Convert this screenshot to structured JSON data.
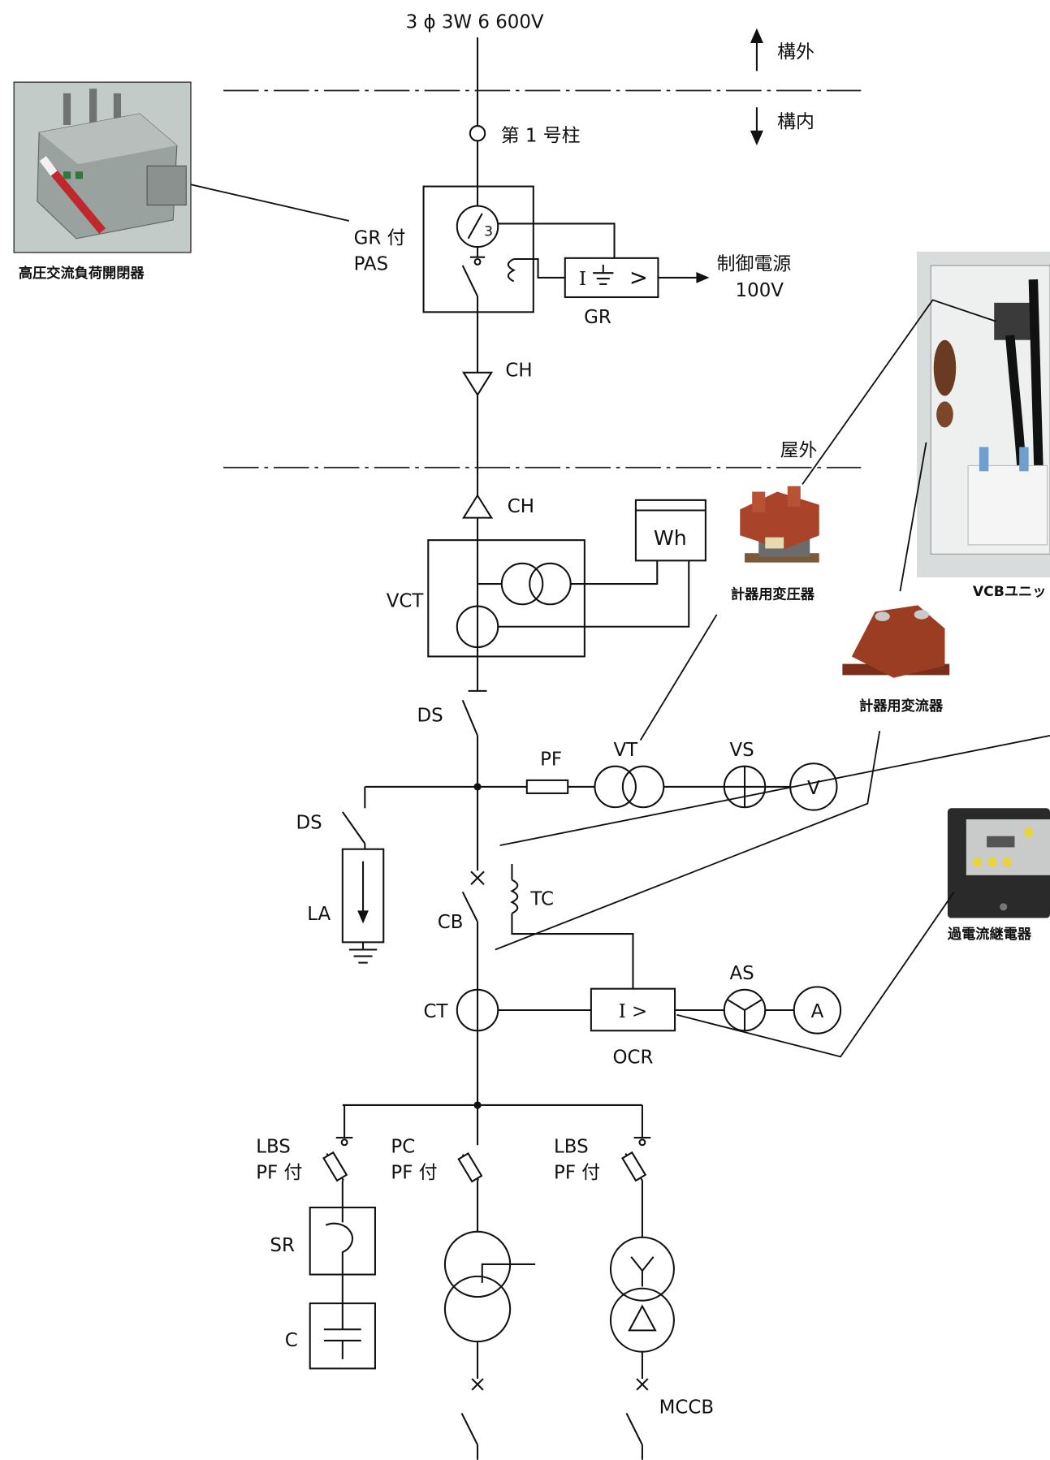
{
  "diagram": {
    "supply_label": "3 ϕ 3W 6 600V",
    "outside_premises": "構外",
    "inside_premises": "構内",
    "outdoor": "屋外",
    "first_pole": "第 1 号柱"
  },
  "pas": {
    "label_line1": "GR 付",
    "label_line2": "PAS",
    "zct_number": "3"
  },
  "gr_relay": {
    "symbol_i": "I",
    "symbol_gt": ">",
    "label": "GR",
    "control_power": "制御電源",
    "control_voltage": "100V"
  },
  "cable_heads": {
    "upper": "CH",
    "lower": "CH"
  },
  "vct": {
    "label": "VCT",
    "meter": "Wh"
  },
  "main_ds": {
    "label": "DS"
  },
  "la_branch": {
    "ds": "DS",
    "la": "LA"
  },
  "vt_branch": {
    "pf": "PF",
    "vt": "VT",
    "vs": "VS",
    "voltmeter": "V"
  },
  "cb": {
    "label": "CB",
    "tc": "TC"
  },
  "ct": {
    "label": "CT"
  },
  "ocr": {
    "symbol": "I >",
    "label": "OCR"
  },
  "ammeter": {
    "switch": "AS",
    "meter": "A"
  },
  "feeders": [
    {
      "switch": "LBS",
      "fuse": "PF 付",
      "reactor": "SR",
      "capacitor": "C"
    },
    {
      "switch": "PC",
      "fuse": "PF 付"
    },
    {
      "switch": "LBS",
      "fuse": "PF 付",
      "breaker": "MCCB"
    }
  ],
  "photo_captions": {
    "pas": "高圧交流負荷開閉器",
    "vt": "計器用変圧器",
    "ct": "計器用変流器",
    "vcb": "VCBユニッ",
    "ocr": "過電流継電器"
  }
}
